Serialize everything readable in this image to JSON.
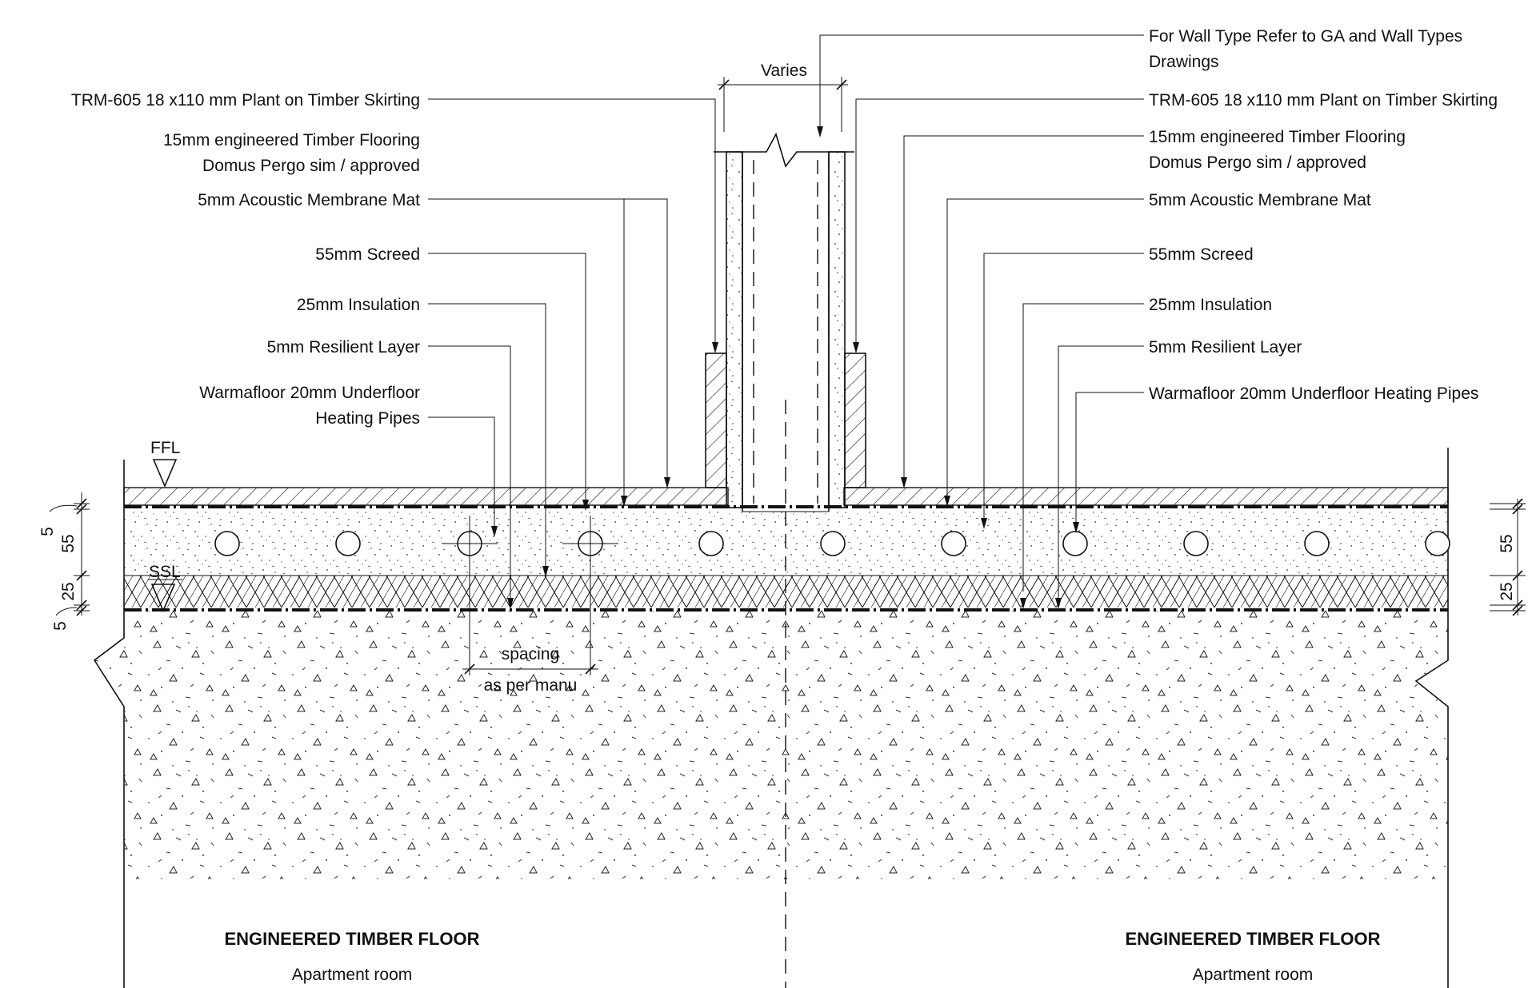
{
  "left_labels": {
    "skirting": "TRM-605 18 x110 mm Plant on Timber Skirting",
    "flooring_line1": "15mm engineered Timber Flooring",
    "flooring_line2": "Domus Pergo sim / approved",
    "acoustic_mat": "5mm Acoustic Membrane Mat",
    "screed": "55mm Screed",
    "insulation": "25mm Insulation",
    "resilient": "5mm Resilient Layer",
    "pipes_line1": "Warmafloor 20mm Underfloor",
    "pipes_line2": "Heating Pipes"
  },
  "right_labels": {
    "wall_line1": "For Wall Type Refer to GA and Wall Types",
    "wall_line2": "Drawings",
    "skirting": "TRM-605 18 x110 mm Plant on Timber Skirting",
    "flooring_line1": "15mm engineered Timber Flooring",
    "flooring_line2": "Domus Pergo sim / approved",
    "acoustic_mat": "5mm Acoustic Membrane Mat",
    "screed": "55mm Screed",
    "insulation": "25mm Insulation",
    "resilient": "5mm Resilient Layer",
    "pipes": "Warmafloor 20mm Underfloor  Heating Pipes"
  },
  "dimensions": {
    "wall_width": "Varies",
    "left": [
      "5",
      "55",
      "25",
      "5"
    ],
    "right": [
      "55",
      "25"
    ],
    "spacing_line1": "spacing",
    "spacing_line2": "as per manu"
  },
  "levels": {
    "ffl": "FFL",
    "ssl": "SSL"
  },
  "rooms": {
    "left_title": "ENGINEERED TIMBER FLOOR",
    "left_sub": "Apartment room",
    "right_title": "ENGINEERED TIMBER FLOOR",
    "right_sub": "Apartment room"
  }
}
